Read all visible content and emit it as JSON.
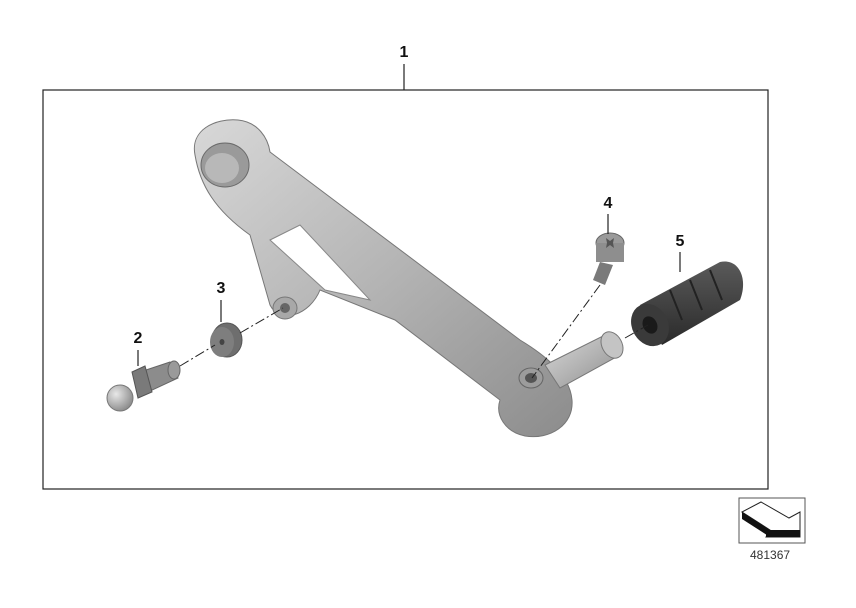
{
  "diagram": {
    "type": "exploded parts diagram",
    "subject": "Gear shift lever assembly",
    "callouts": [
      {
        "number": "1",
        "part": "shift-lever-assembly"
      },
      {
        "number": "2",
        "part": "ball-stud"
      },
      {
        "number": "3",
        "part": "washer"
      },
      {
        "number": "4",
        "part": "torx-bolt"
      },
      {
        "number": "5",
        "part": "rubber-foot-peg"
      }
    ],
    "catalog_number": "481367",
    "direction_symbol": "arrow-pointing-down-right"
  }
}
